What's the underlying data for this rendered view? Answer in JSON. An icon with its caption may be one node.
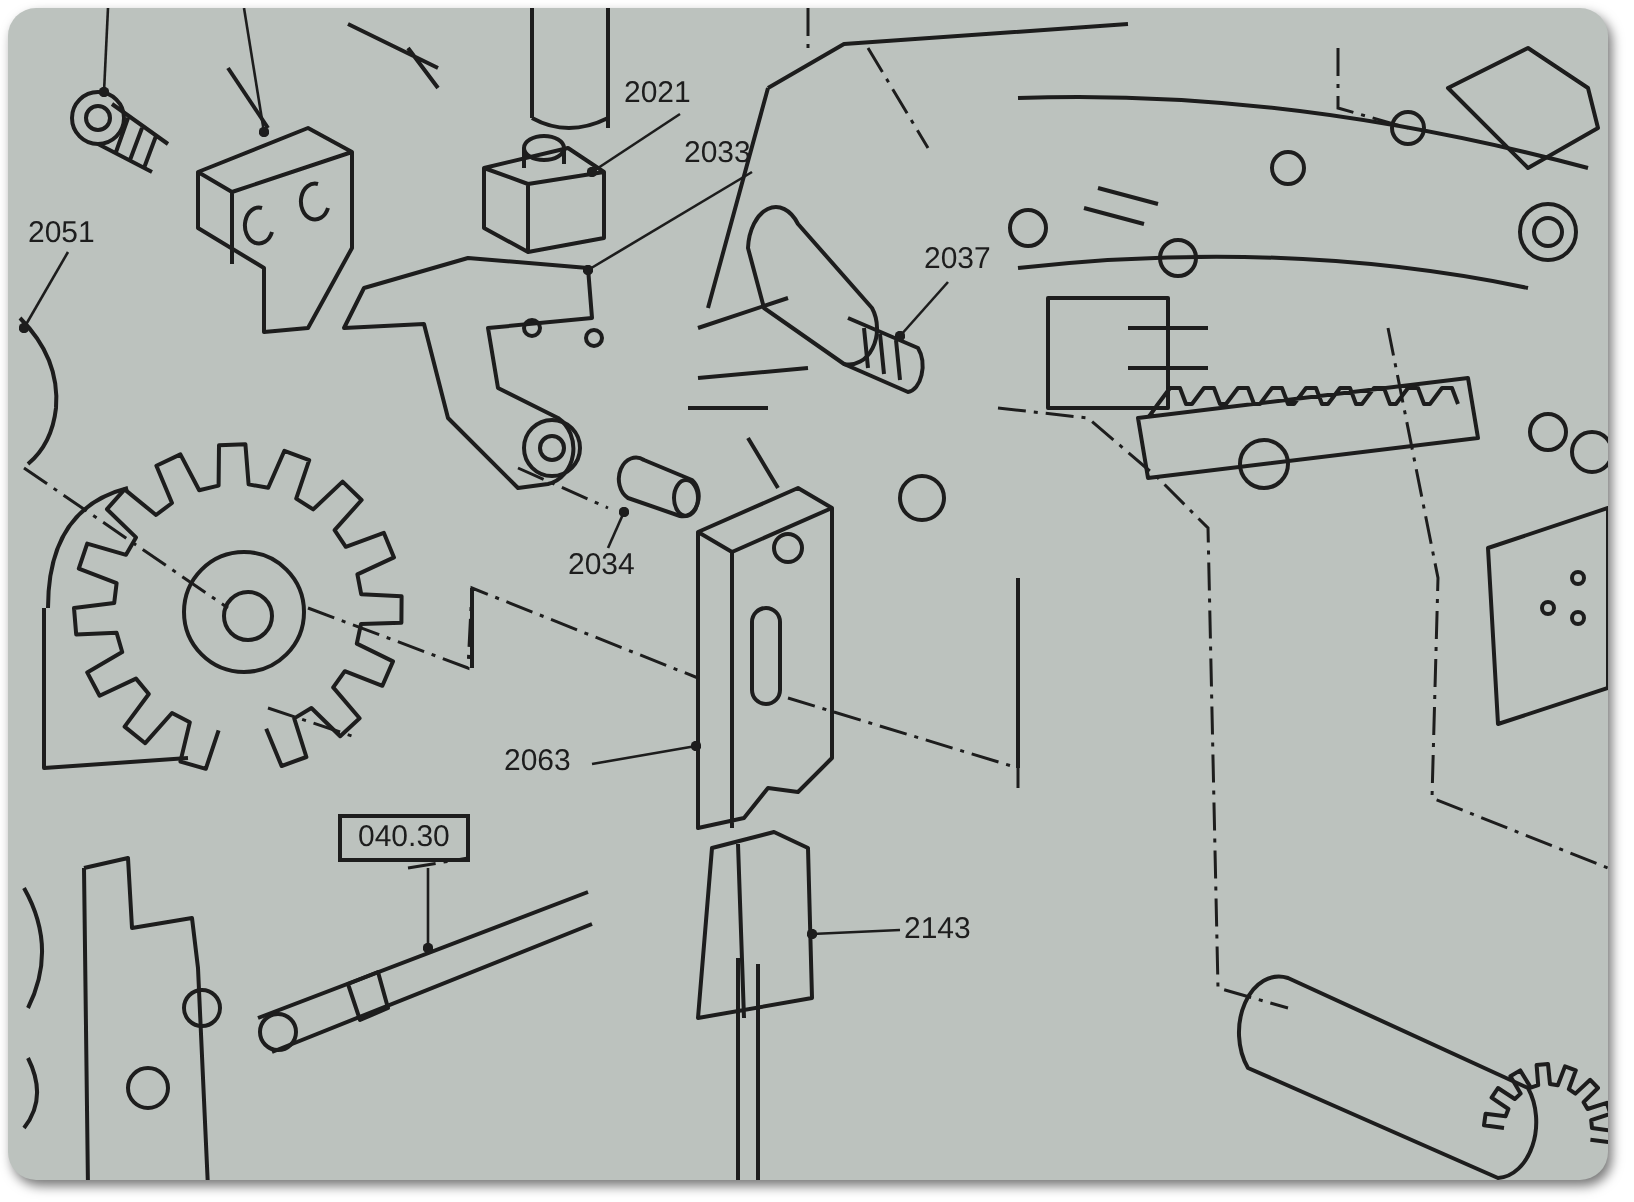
{
  "diagram": {
    "nodes": [
      {
        "text": [
          "2021"
        ]
      },
      {
        "text": [
          "2033"
        ]
      },
      {
        "text": [
          "2051"
        ]
      },
      {
        "text": [
          "2037"
        ]
      },
      {
        "text": [
          "2034"
        ]
      },
      {
        "text": [
          "2063"
        ]
      },
      {
        "text": [
          "040.30"
        ]
      },
      {
        "text": [
          "2143"
        ]
      },
      {
        "text": [],
        "shape": "picture"
      },
      {
        "text": [],
        "shape": "picture"
      },
      {
        "text": [],
        "shape": "picture"
      },
      {
        "text": [],
        "shape": "picture"
      },
      {
        "text": [],
        "shape": "picture"
      },
      {
        "text": [],
        "shape": "picture"
      },
      {
        "text": [],
        "shape": "picture"
      },
      {
        "text": [],
        "shape": "picture"
      },
      {
        "text": [],
        "shape": "picture"
      },
      {
        "text": [],
        "shape": "picture"
      }
    ],
    "edges": [
      {
        "from": null,
        "to": 16,
        "arrow": "other"
      },
      {
        "from": null,
        "to": 17,
        "arrow": "other"
      },
      {
        "from": 0,
        "to": 8,
        "arrow": "other"
      },
      {
        "from": 1,
        "to": 9,
        "arrow": "other"
      },
      {
        "from": 2,
        "to": 10,
        "arrow": "other"
      },
      {
        "from": 3,
        "to": 11,
        "arrow": "other"
      },
      {
        "from": 4,
        "to": 12,
        "arrow": "other"
      },
      {
        "from": 5,
        "to": 13,
        "arrow": "other"
      },
      {
        "from": 6,
        "to": 14,
        "arrow": "other"
      },
      {
        "from": 7,
        "to": 15,
        "arrow": "other"
      }
    ]
  }
}
